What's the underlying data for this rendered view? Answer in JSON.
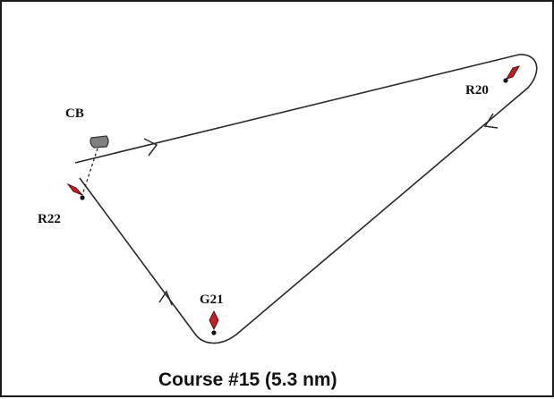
{
  "diagram": {
    "caption": "Course #15 (5.3 nm)",
    "marks": {
      "committee_boat": {
        "label": "CB",
        "icon": "boat-icon",
        "color": "#808080"
      },
      "r20": {
        "label": "R20",
        "icon": "red-buoy-icon",
        "color": "#c0202a"
      },
      "r22": {
        "label": "R22",
        "icon": "red-buoy-icon",
        "color": "#c0202a"
      },
      "g21": {
        "label": "G21",
        "icon": "red-buoy-icon",
        "color": "#c0202a"
      }
    },
    "colors": {
      "course_line": "#2a2a2a",
      "frame": "#1a1a1a"
    }
  }
}
